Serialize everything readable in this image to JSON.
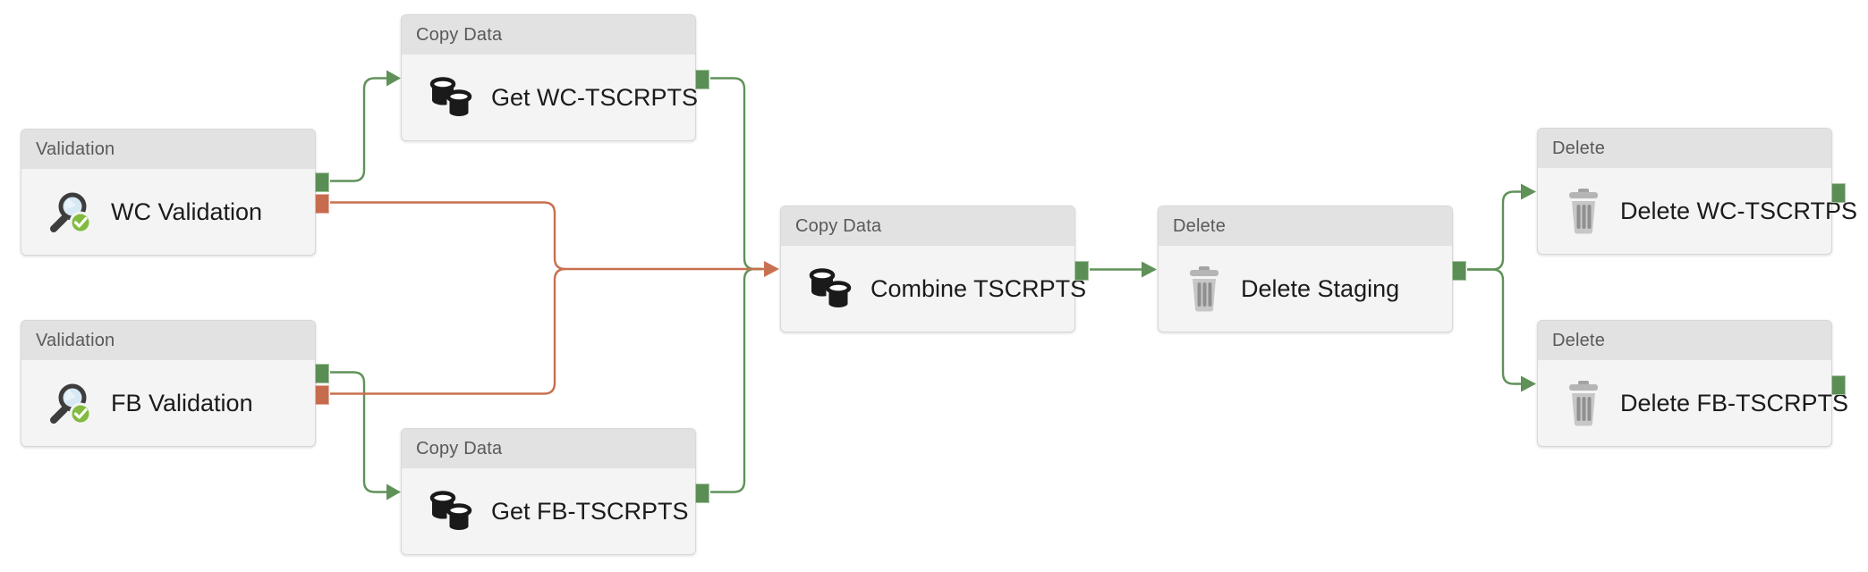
{
  "app": {
    "view": "pipeline-canvas"
  },
  "palette": {
    "success_green": "#5F9158",
    "failure_red": "#C8704F",
    "node_background": "#F4F4F4",
    "node_header_background": "#E2E2E2",
    "node_border": "#D8D8D8",
    "header_text": "#595959",
    "label_text": "#1B1B1B",
    "canvas_background": "#FFFFFF"
  },
  "nodes": [
    {
      "id": "wc-validation",
      "type_label": "Validation",
      "name": "WC Validation",
      "icon": "validation-icon",
      "output_ports": [
        "success",
        "failure"
      ]
    },
    {
      "id": "fb-validation",
      "type_label": "Validation",
      "name": "FB Validation",
      "icon": "validation-icon",
      "output_ports": [
        "success",
        "failure"
      ]
    },
    {
      "id": "get-wc-tscrpts",
      "type_label": "Copy Data",
      "name": "Get WC-TSCRPTS",
      "icon": "copy-data-icon",
      "output_ports": [
        "success"
      ]
    },
    {
      "id": "get-fb-tscrpts",
      "type_label": "Copy Data",
      "name": "Get FB-TSCRPTS",
      "icon": "copy-data-icon",
      "output_ports": [
        "success"
      ]
    },
    {
      "id": "combine-tscrpts",
      "type_label": "Copy Data",
      "name": "Combine TSCRPTS",
      "icon": "copy-data-icon",
      "output_ports": [
        "success"
      ]
    },
    {
      "id": "delete-staging",
      "type_label": "Delete",
      "name": "Delete Staging",
      "icon": "trash-icon",
      "output_ports": [
        "success"
      ]
    },
    {
      "id": "delete-wc",
      "type_label": "Delete",
      "name": "Delete WC-TSCRTPS",
      "icon": "trash-icon",
      "output_ports": [
        "success"
      ]
    },
    {
      "id": "delete-fb",
      "type_label": "Delete",
      "name": "Delete FB-TSCRPTS",
      "icon": "trash-icon",
      "output_ports": [
        "success"
      ]
    }
  ],
  "edges": [
    {
      "from": "wc-validation",
      "to": "get-wc-tscrpts",
      "condition": "success"
    },
    {
      "from": "fb-validation",
      "to": "get-fb-tscrpts",
      "condition": "success"
    },
    {
      "from": "wc-validation",
      "to": "combine-tscrpts",
      "condition": "failure"
    },
    {
      "from": "fb-validation",
      "to": "combine-tscrpts",
      "condition": "failure"
    },
    {
      "from": "get-wc-tscrpts",
      "to": "combine-tscrpts",
      "condition": "success"
    },
    {
      "from": "get-fb-tscrpts",
      "to": "combine-tscrpts",
      "condition": "success"
    },
    {
      "from": "combine-tscrpts",
      "to": "delete-staging",
      "condition": "success"
    },
    {
      "from": "delete-staging",
      "to": "delete-wc",
      "condition": "success"
    },
    {
      "from": "delete-staging",
      "to": "delete-fb",
      "condition": "success"
    }
  ]
}
